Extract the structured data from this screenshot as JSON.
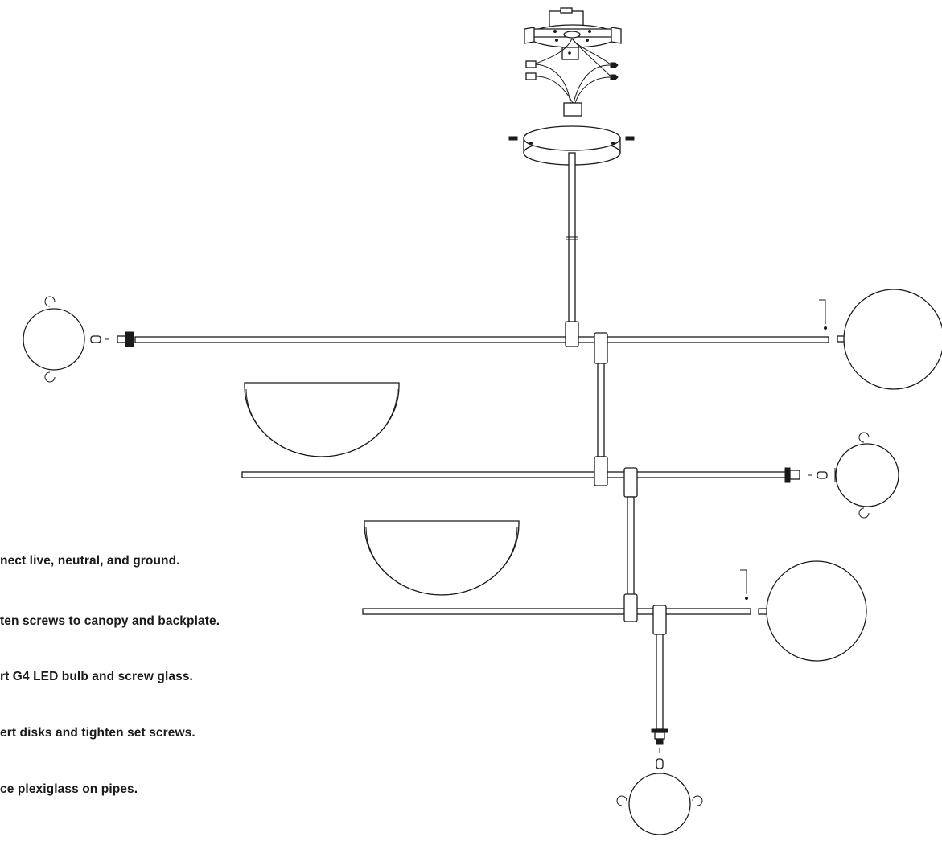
{
  "instructions": [
    "nect live, neutral, and ground.",
    "ten screws to canopy and backplate.",
    "rt G4 LED bulb and screw glass.",
    "ert disks and tighten set screws.",
    "ce plexiglass on pipes."
  ],
  "colors": {
    "line": "#1a1a1a",
    "background": "#ffffff"
  }
}
